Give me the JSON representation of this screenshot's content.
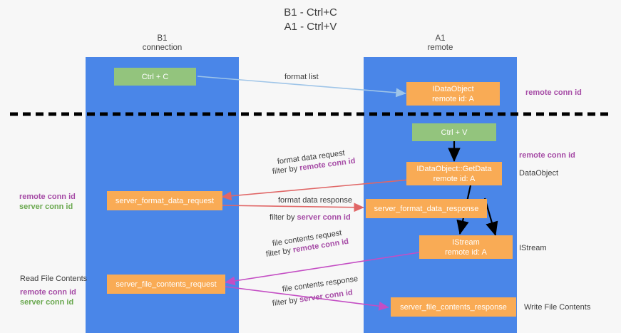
{
  "title": {
    "line1": "B1 - Ctrl+C",
    "line2": "A1 - Ctrl+V"
  },
  "columns": [
    {
      "id": "b1",
      "head_line1": "B1",
      "head_line2": "connection",
      "color": "#4a86e8"
    },
    {
      "id": "a1",
      "head_line1": "A1",
      "head_line2": "remote",
      "color": "#4a86e8"
    }
  ],
  "colors": {
    "lane": "#4a86e8",
    "green_node": "#93c47d",
    "orange_node": "#f9ab55",
    "purple_text": "#a64ca6",
    "green_text": "#6aa84f",
    "arrow_blue": "#9fc5e8",
    "arrow_red": "#e06666",
    "arrow_magenta": "#c44ec4",
    "arrow_black": "#000000",
    "background": "#f7f7f7"
  },
  "nodes": [
    {
      "id": "ctrl-c",
      "label": "Ctrl + C",
      "sub": "",
      "style": "green"
    },
    {
      "id": "idataobject",
      "label": "IDataObject",
      "sub": "remote id: A",
      "style": "orange"
    },
    {
      "id": "ctrl-v",
      "label": "Ctrl + V",
      "sub": "",
      "style": "green"
    },
    {
      "id": "getdata",
      "label": "IDataObject::GetData",
      "sub": "remote id: A",
      "style": "orange"
    },
    {
      "id": "sfdreq",
      "label": "server_format_data_request",
      "sub": "",
      "style": "orange"
    },
    {
      "id": "sfdresp",
      "label": "server_format_data_response",
      "sub": "",
      "style": "orange"
    },
    {
      "id": "istream",
      "label": "IStream",
      "sub": "remote id: A",
      "style": "orange"
    },
    {
      "id": "sfcreq",
      "label": "server_file_contents_request",
      "sub": "",
      "style": "orange"
    },
    {
      "id": "sfcresp",
      "label": "server_file_contents_response",
      "sub": "",
      "style": "orange"
    }
  ],
  "edge_labels": {
    "format_list": "format list",
    "format_data_request": "format data request",
    "format_data_request_filter_prefix": "filter by ",
    "format_data_request_filter_key": "remote conn id",
    "format_data_response": "format data response",
    "format_data_response_filter_prefix": "filter by ",
    "format_data_response_filter_key": "server conn id",
    "file_contents_request": "file contents request",
    "file_contents_request_filter_prefix": "filter by ",
    "file_contents_request_filter_key": "remote conn id",
    "file_contents_response": "file contents response",
    "file_contents_response_filter_prefix": "filter by ",
    "file_contents_response_filter_key": "server conn id"
  },
  "annotations": {
    "right_remote_conn_id_top": "remote conn id",
    "right_remote_conn_id_mid": "remote conn id",
    "right_dataobject": "DataObject",
    "right_istream": "IStream",
    "right_write_file_contents": "Write File Contents",
    "left_remote_conn_id_1": "remote conn id",
    "left_server_conn_id_1": "server conn id",
    "left_read_file_contents": "Read File Contents",
    "left_remote_conn_id_2": "remote conn id",
    "left_server_conn_id_2": "server conn id"
  }
}
